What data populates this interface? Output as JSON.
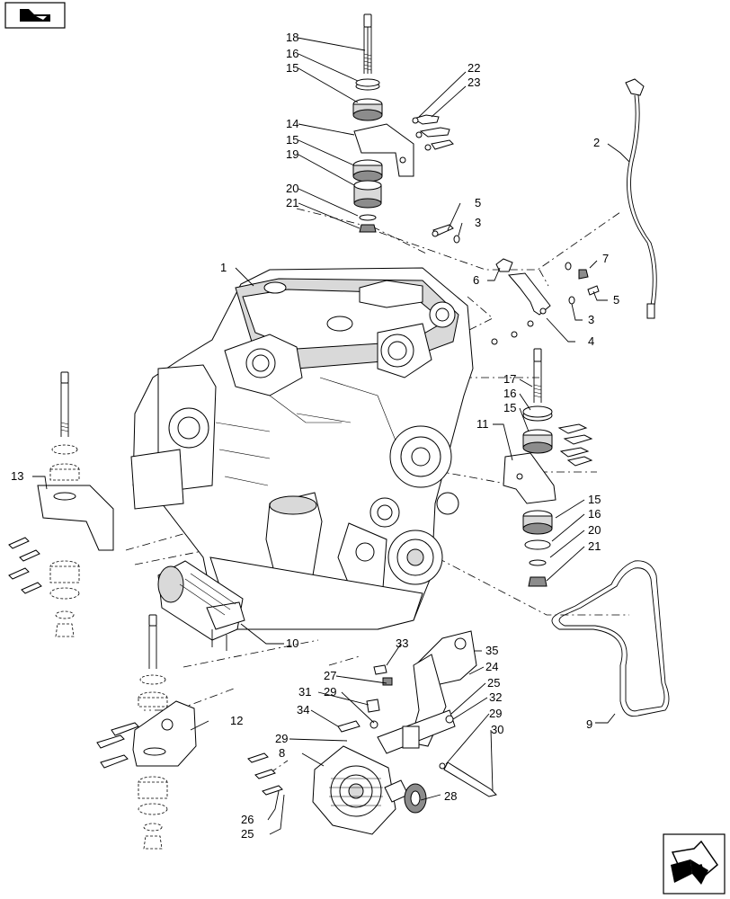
{
  "callouts": [
    {
      "label": "1"
    },
    {
      "label": "2"
    },
    {
      "label": "3"
    },
    {
      "label": "3"
    },
    {
      "label": "4"
    },
    {
      "label": "5"
    },
    {
      "label": "5"
    },
    {
      "label": "6"
    },
    {
      "label": "7"
    },
    {
      "label": "8"
    },
    {
      "label": "9"
    },
    {
      "label": "10"
    },
    {
      "label": "11"
    },
    {
      "label": "12"
    },
    {
      "label": "13"
    },
    {
      "label": "14"
    },
    {
      "label": "15"
    },
    {
      "label": "15"
    },
    {
      "label": "15"
    },
    {
      "label": "15"
    },
    {
      "label": "16"
    },
    {
      "label": "16"
    },
    {
      "label": "16"
    },
    {
      "label": "17"
    },
    {
      "label": "18"
    },
    {
      "label": "19"
    },
    {
      "label": "20"
    },
    {
      "label": "20"
    },
    {
      "label": "21"
    },
    {
      "label": "21"
    },
    {
      "label": "22"
    },
    {
      "label": "23"
    },
    {
      "label": "24"
    },
    {
      "label": "25"
    },
    {
      "label": "25"
    },
    {
      "label": "26"
    },
    {
      "label": "27"
    },
    {
      "label": "28"
    },
    {
      "label": "29"
    },
    {
      "label": "29"
    },
    {
      "label": "29"
    },
    {
      "label": "30"
    },
    {
      "label": "31"
    },
    {
      "label": "32"
    },
    {
      "label": "33"
    },
    {
      "label": "34"
    },
    {
      "label": "35"
    }
  ],
  "icons": {
    "top_left": "book-navigation-icon",
    "bottom_right": "next-page-arrow-icon"
  },
  "colors": {
    "line": "#000000",
    "fill_light": "#d9d9d9",
    "fill_dark": "#8c8c8c",
    "background": "#ffffff"
  }
}
